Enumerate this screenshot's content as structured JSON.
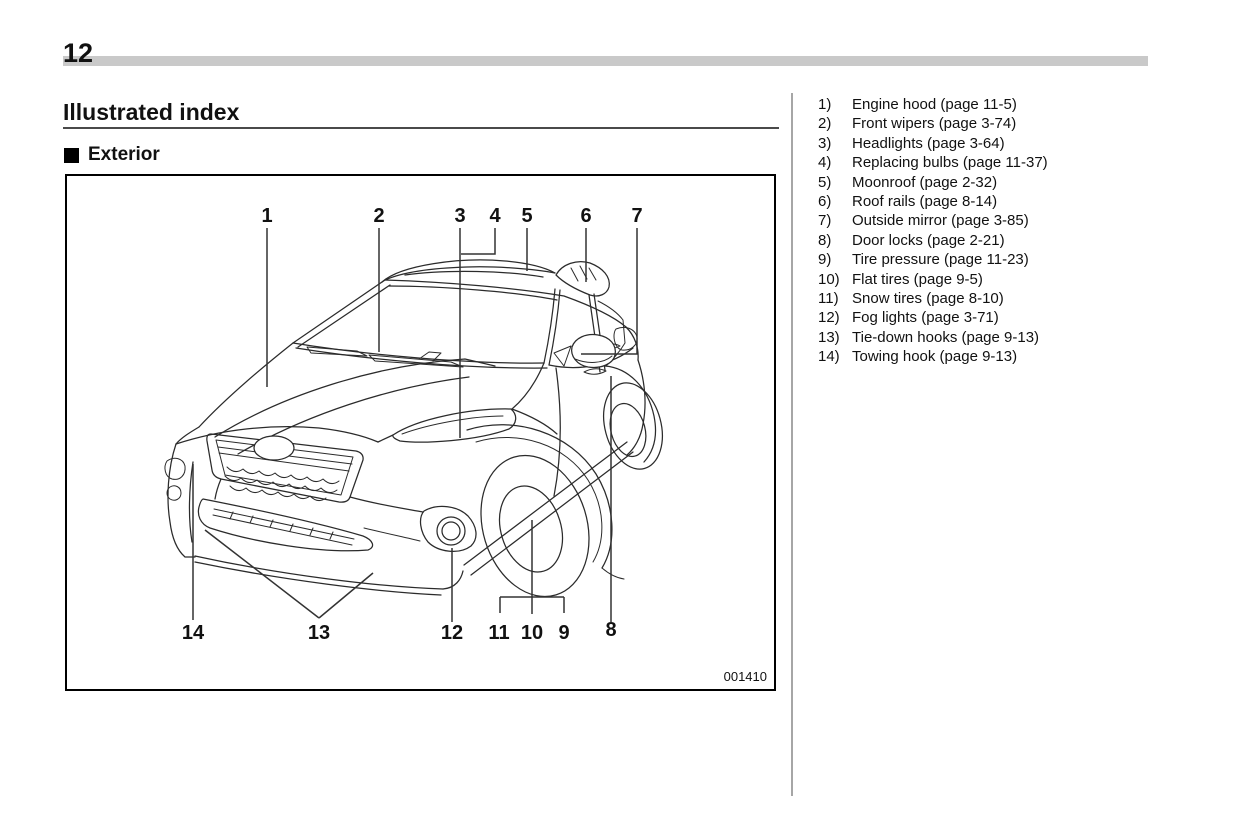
{
  "page": {
    "number": "12"
  },
  "headings": {
    "title": "Illustrated index",
    "section": "Exterior"
  },
  "figure": {
    "code": "001410",
    "callout_labels": [
      "1",
      "2",
      "3",
      "4",
      "5",
      "6",
      "7",
      "8",
      "9",
      "10",
      "11",
      "12",
      "13",
      "14"
    ]
  },
  "index": {
    "items": [
      {
        "num": "1)",
        "label": "Engine hood (page 11-5)"
      },
      {
        "num": "2)",
        "label": "Front wipers (page 3-74)"
      },
      {
        "num": "3)",
        "label": "Headlights (page 3-64)"
      },
      {
        "num": "4)",
        "label": "Replacing bulbs (page 11-37)"
      },
      {
        "num": "5)",
        "label": "Moonroof (page 2-32)"
      },
      {
        "num": "6)",
        "label": "Roof rails (page 8-14)"
      },
      {
        "num": "7)",
        "label": "Outside mirror (page 3-85)"
      },
      {
        "num": "8)",
        "label": "Door locks (page 2-21)"
      },
      {
        "num": "9)",
        "label": "Tire pressure (page 11-23)"
      },
      {
        "num": "10)",
        "label": "Flat tires (page 9-5)"
      },
      {
        "num": "11)",
        "label": "Snow tires (page 8-10)"
      },
      {
        "num": "12)",
        "label": "Fog lights (page 3-71)"
      },
      {
        "num": "13)",
        "label": "Tie-down hooks (page 9-13)"
      },
      {
        "num": "14)",
        "label": "Towing hook (page 9-13)"
      }
    ]
  }
}
